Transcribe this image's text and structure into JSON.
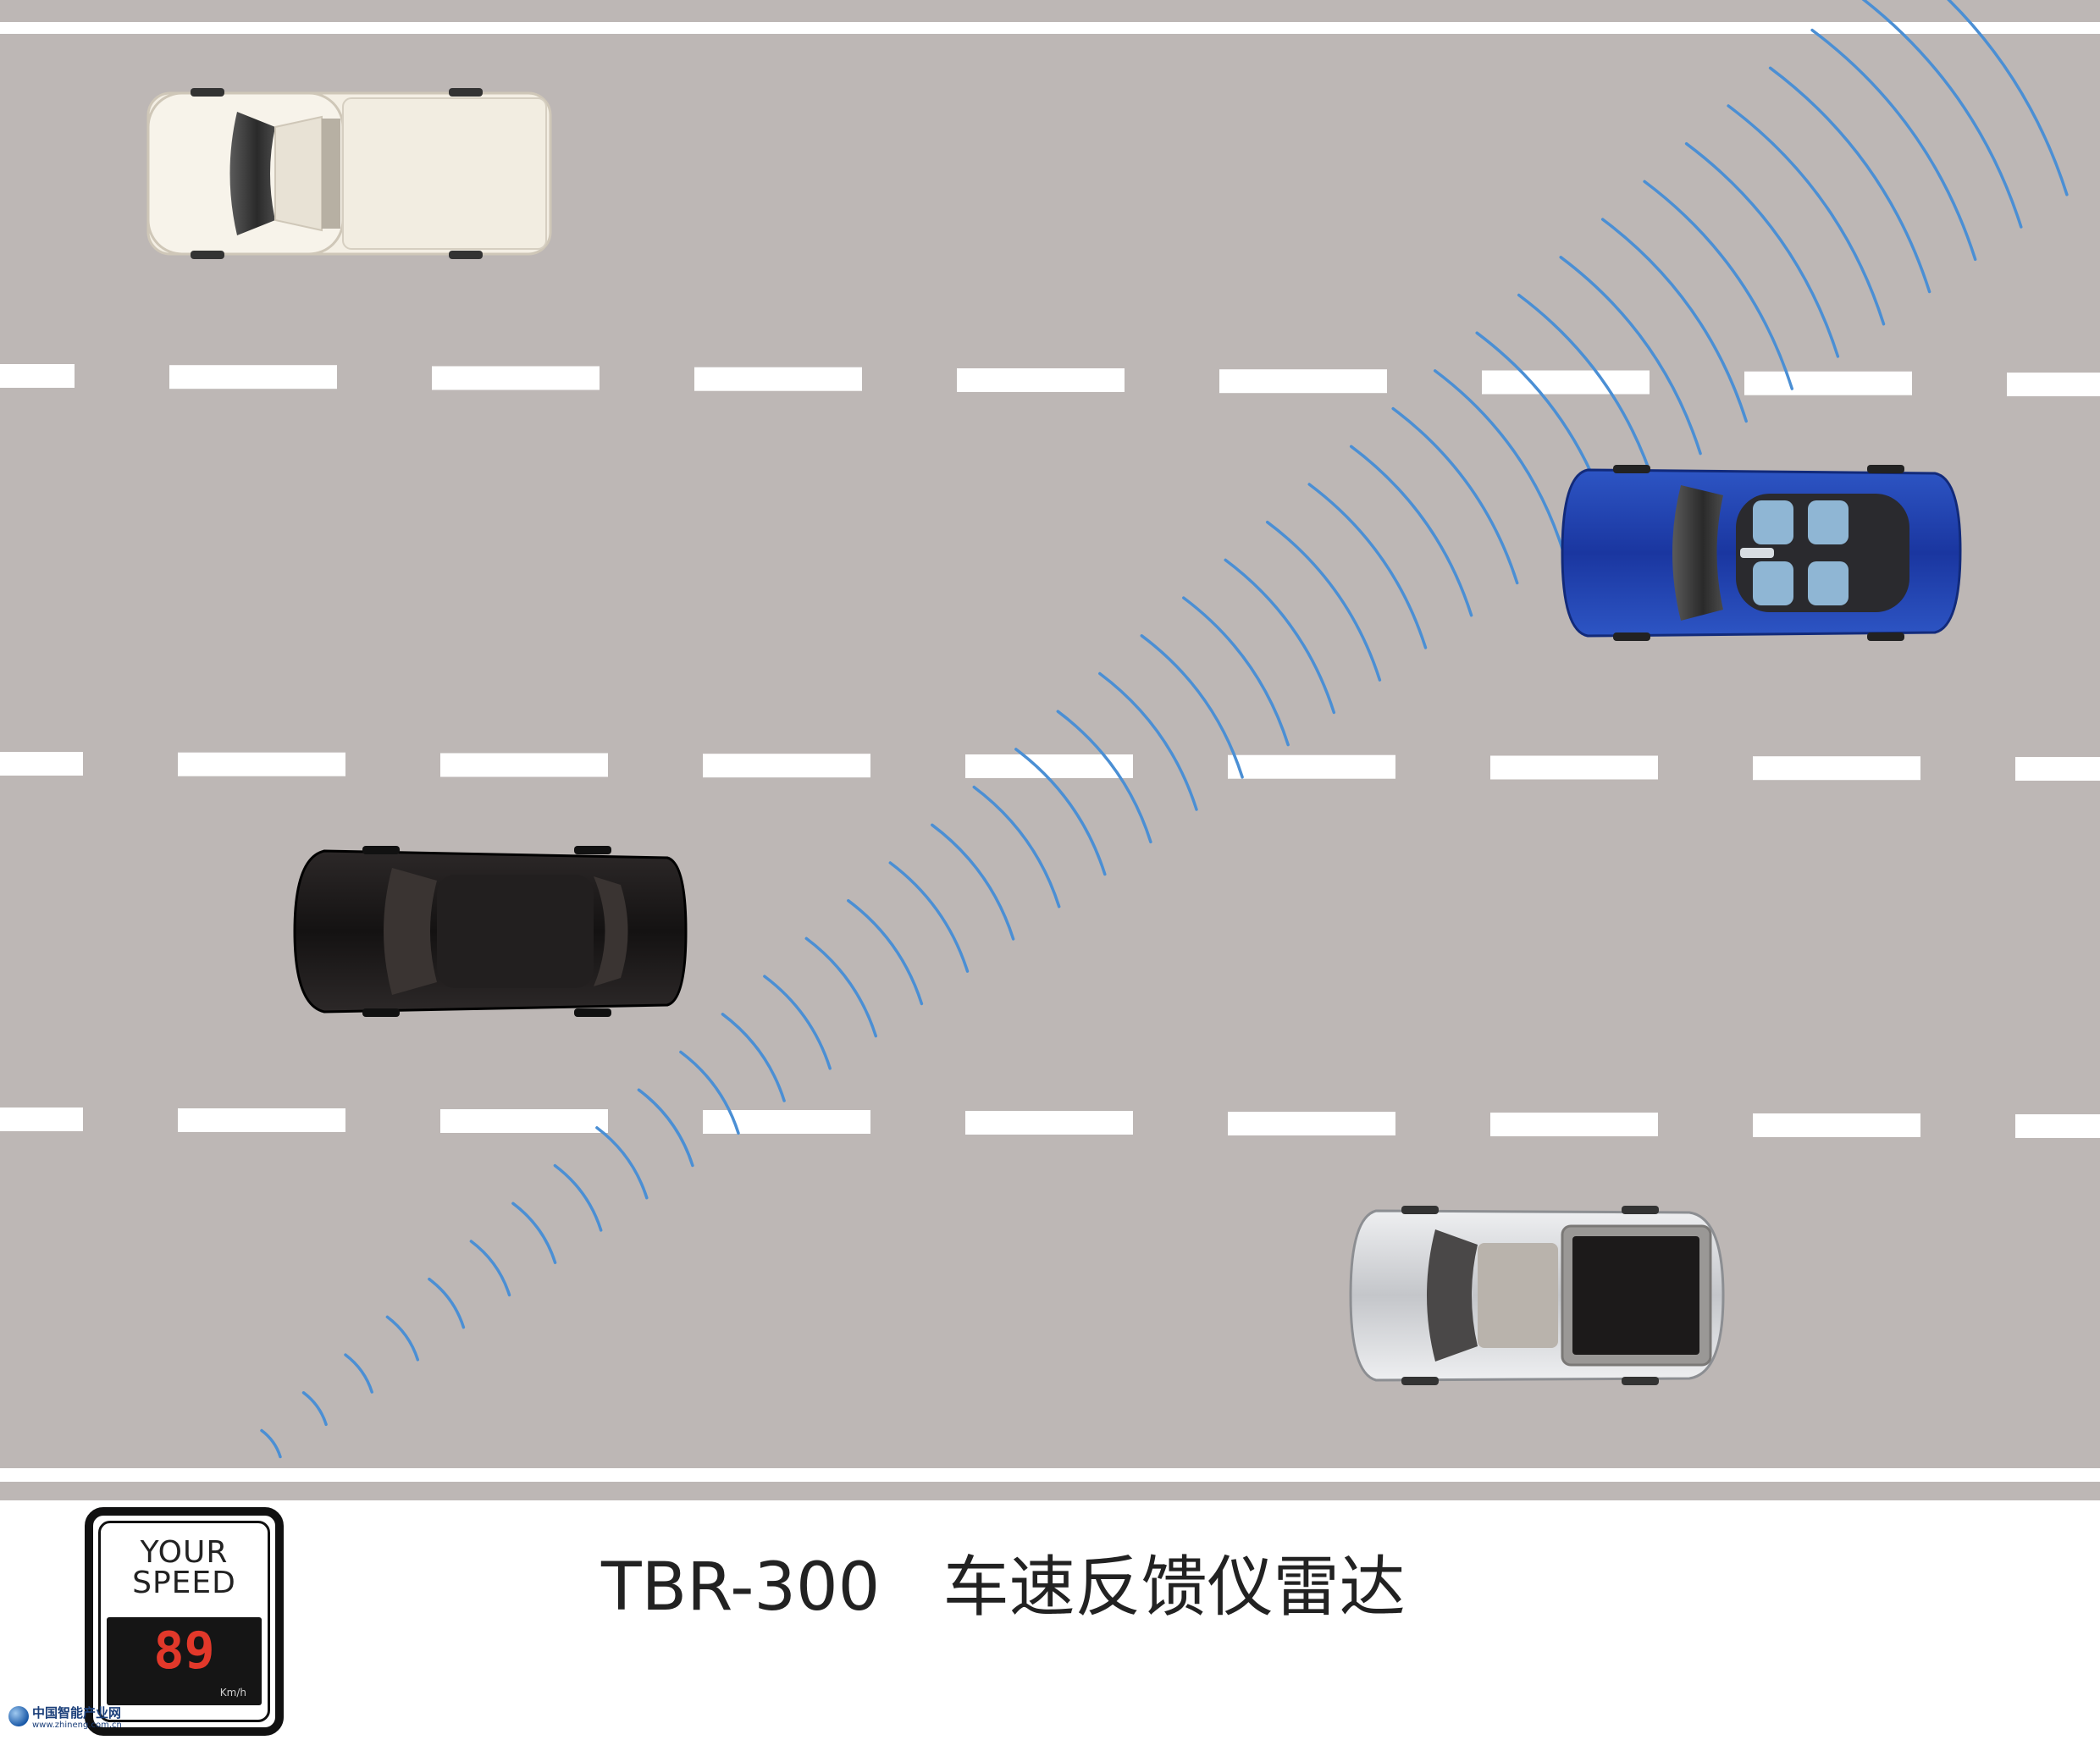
{
  "caption": {
    "model": "TBR-300",
    "name": "车速反馈仪雷达"
  },
  "sign": {
    "line1": "YOUR",
    "line2": "SPEED",
    "speed": "89",
    "unit": "Km/h"
  },
  "watermark": {
    "site_name": "中国智能产业网",
    "url": "www.zhineng.com.cn"
  },
  "colors": {
    "road": "#bdb7b5",
    "lane_marking": "#ffffff",
    "radar_wave": "#4b8fd4",
    "truck_top": "#f4efe4",
    "convertible_body": "#1e3fa8",
    "sedan_body": "#1d1a1a",
    "pickup_body": "#d9dadc"
  },
  "icons": {
    "radar": "radar-wave-icon",
    "vehicles": [
      "white-truck-icon",
      "blue-convertible-icon",
      "black-sedan-icon",
      "silver-pickup-icon"
    ],
    "sign": "speed-sign-icon",
    "watermark_logo": "globe-icon"
  }
}
